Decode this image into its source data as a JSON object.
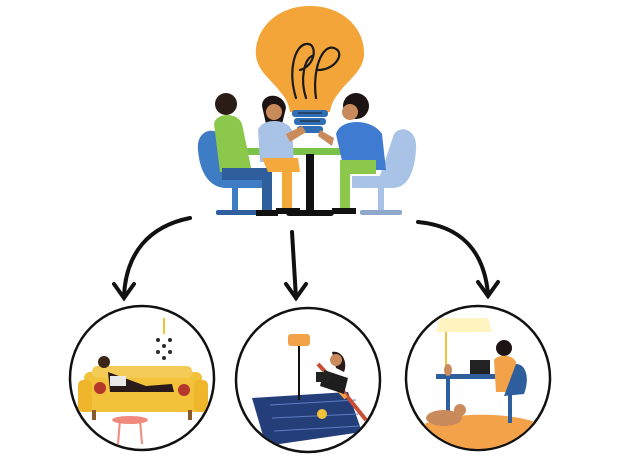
{
  "illustration": {
    "idea_icon": "lightbulb-icon",
    "center_scene": "team-meeting-at-table",
    "outcomes": [
      {
        "scene": "working-on-sofa-with-laptop"
      },
      {
        "scene": "working-on-beach-chair-on-rug"
      },
      {
        "scene": "working-at-desk-with-dog"
      }
    ]
  },
  "colors": {
    "bulb": "#F4A53A",
    "bulb_base": "#2F6DB5",
    "chair_blue": "#3E7CC4",
    "chair_light": "#A9C3E6",
    "shirt_green": "#8CC84B",
    "shirt_blue": "#3F7CD1",
    "pants_orange": "#F3A93C",
    "sofa_yellow": "#F3C23B",
    "rug_navy": "#243E7A",
    "floor_orange": "#F3A24A",
    "ink": "#111111"
  }
}
